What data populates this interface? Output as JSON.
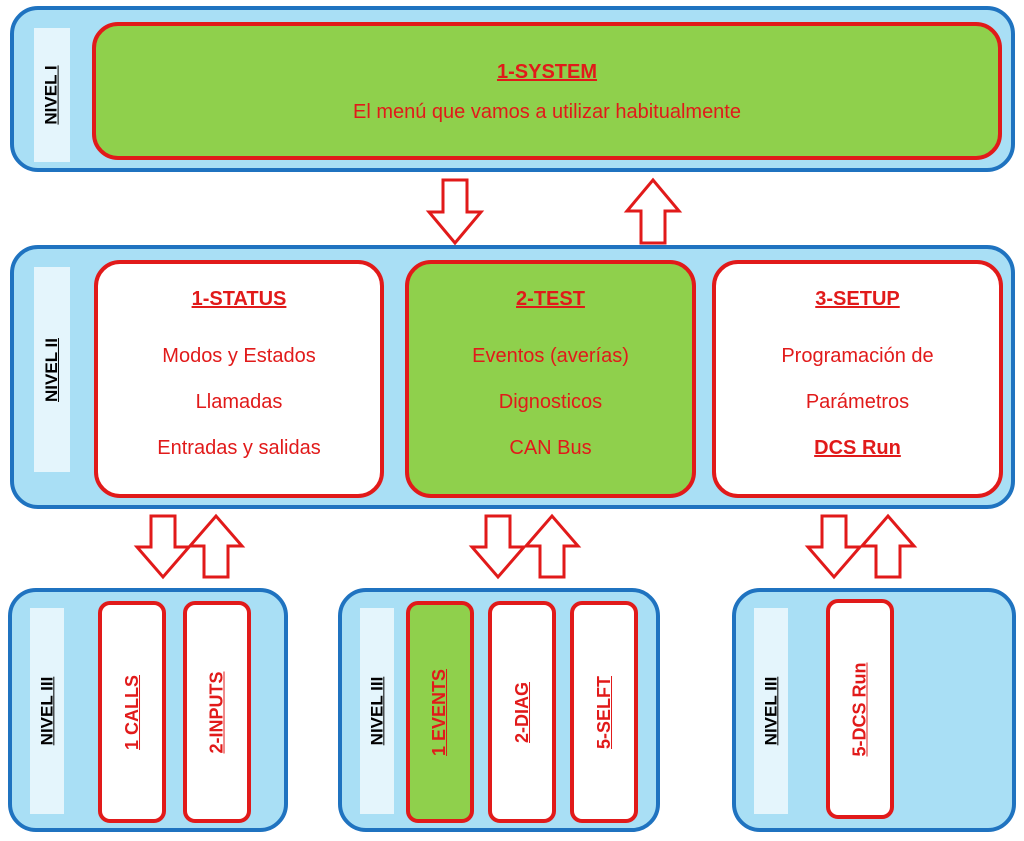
{
  "level1": {
    "label": "NIVEL I",
    "system": {
      "title": "1-SYSTEM",
      "description": "El menú que vamos a utilizar habitualmente"
    }
  },
  "level2": {
    "label": "NIVEL II",
    "status": {
      "title": "1-STATUS",
      "lines": [
        "Modos y Estados",
        "Llamadas",
        "Entradas y salidas"
      ]
    },
    "test": {
      "title": "2-TEST",
      "lines": [
        "Eventos (averías)",
        "Dignosticos",
        "CAN Bus"
      ]
    },
    "setup": {
      "title": "3-SETUP",
      "lines": [
        "Programación de",
        "Parámetros",
        "DCS Run"
      ]
    }
  },
  "level3": {
    "status_group": {
      "label": "NIVEL III",
      "items": [
        "1 CALLS",
        "2-INPUTS"
      ]
    },
    "test_group": {
      "label": "NIVEL III",
      "items": [
        "1 EVENTS",
        "2-DIAG",
        "5-SELFT"
      ]
    },
    "setup_group": {
      "label": "NIVEL III",
      "items": [
        "5-DCS Run"
      ]
    }
  },
  "colors": {
    "panel": "#a9dff5",
    "panel_border": "#1f73c0",
    "box_border": "#e11a1a",
    "highlight": "#8fd04c"
  }
}
